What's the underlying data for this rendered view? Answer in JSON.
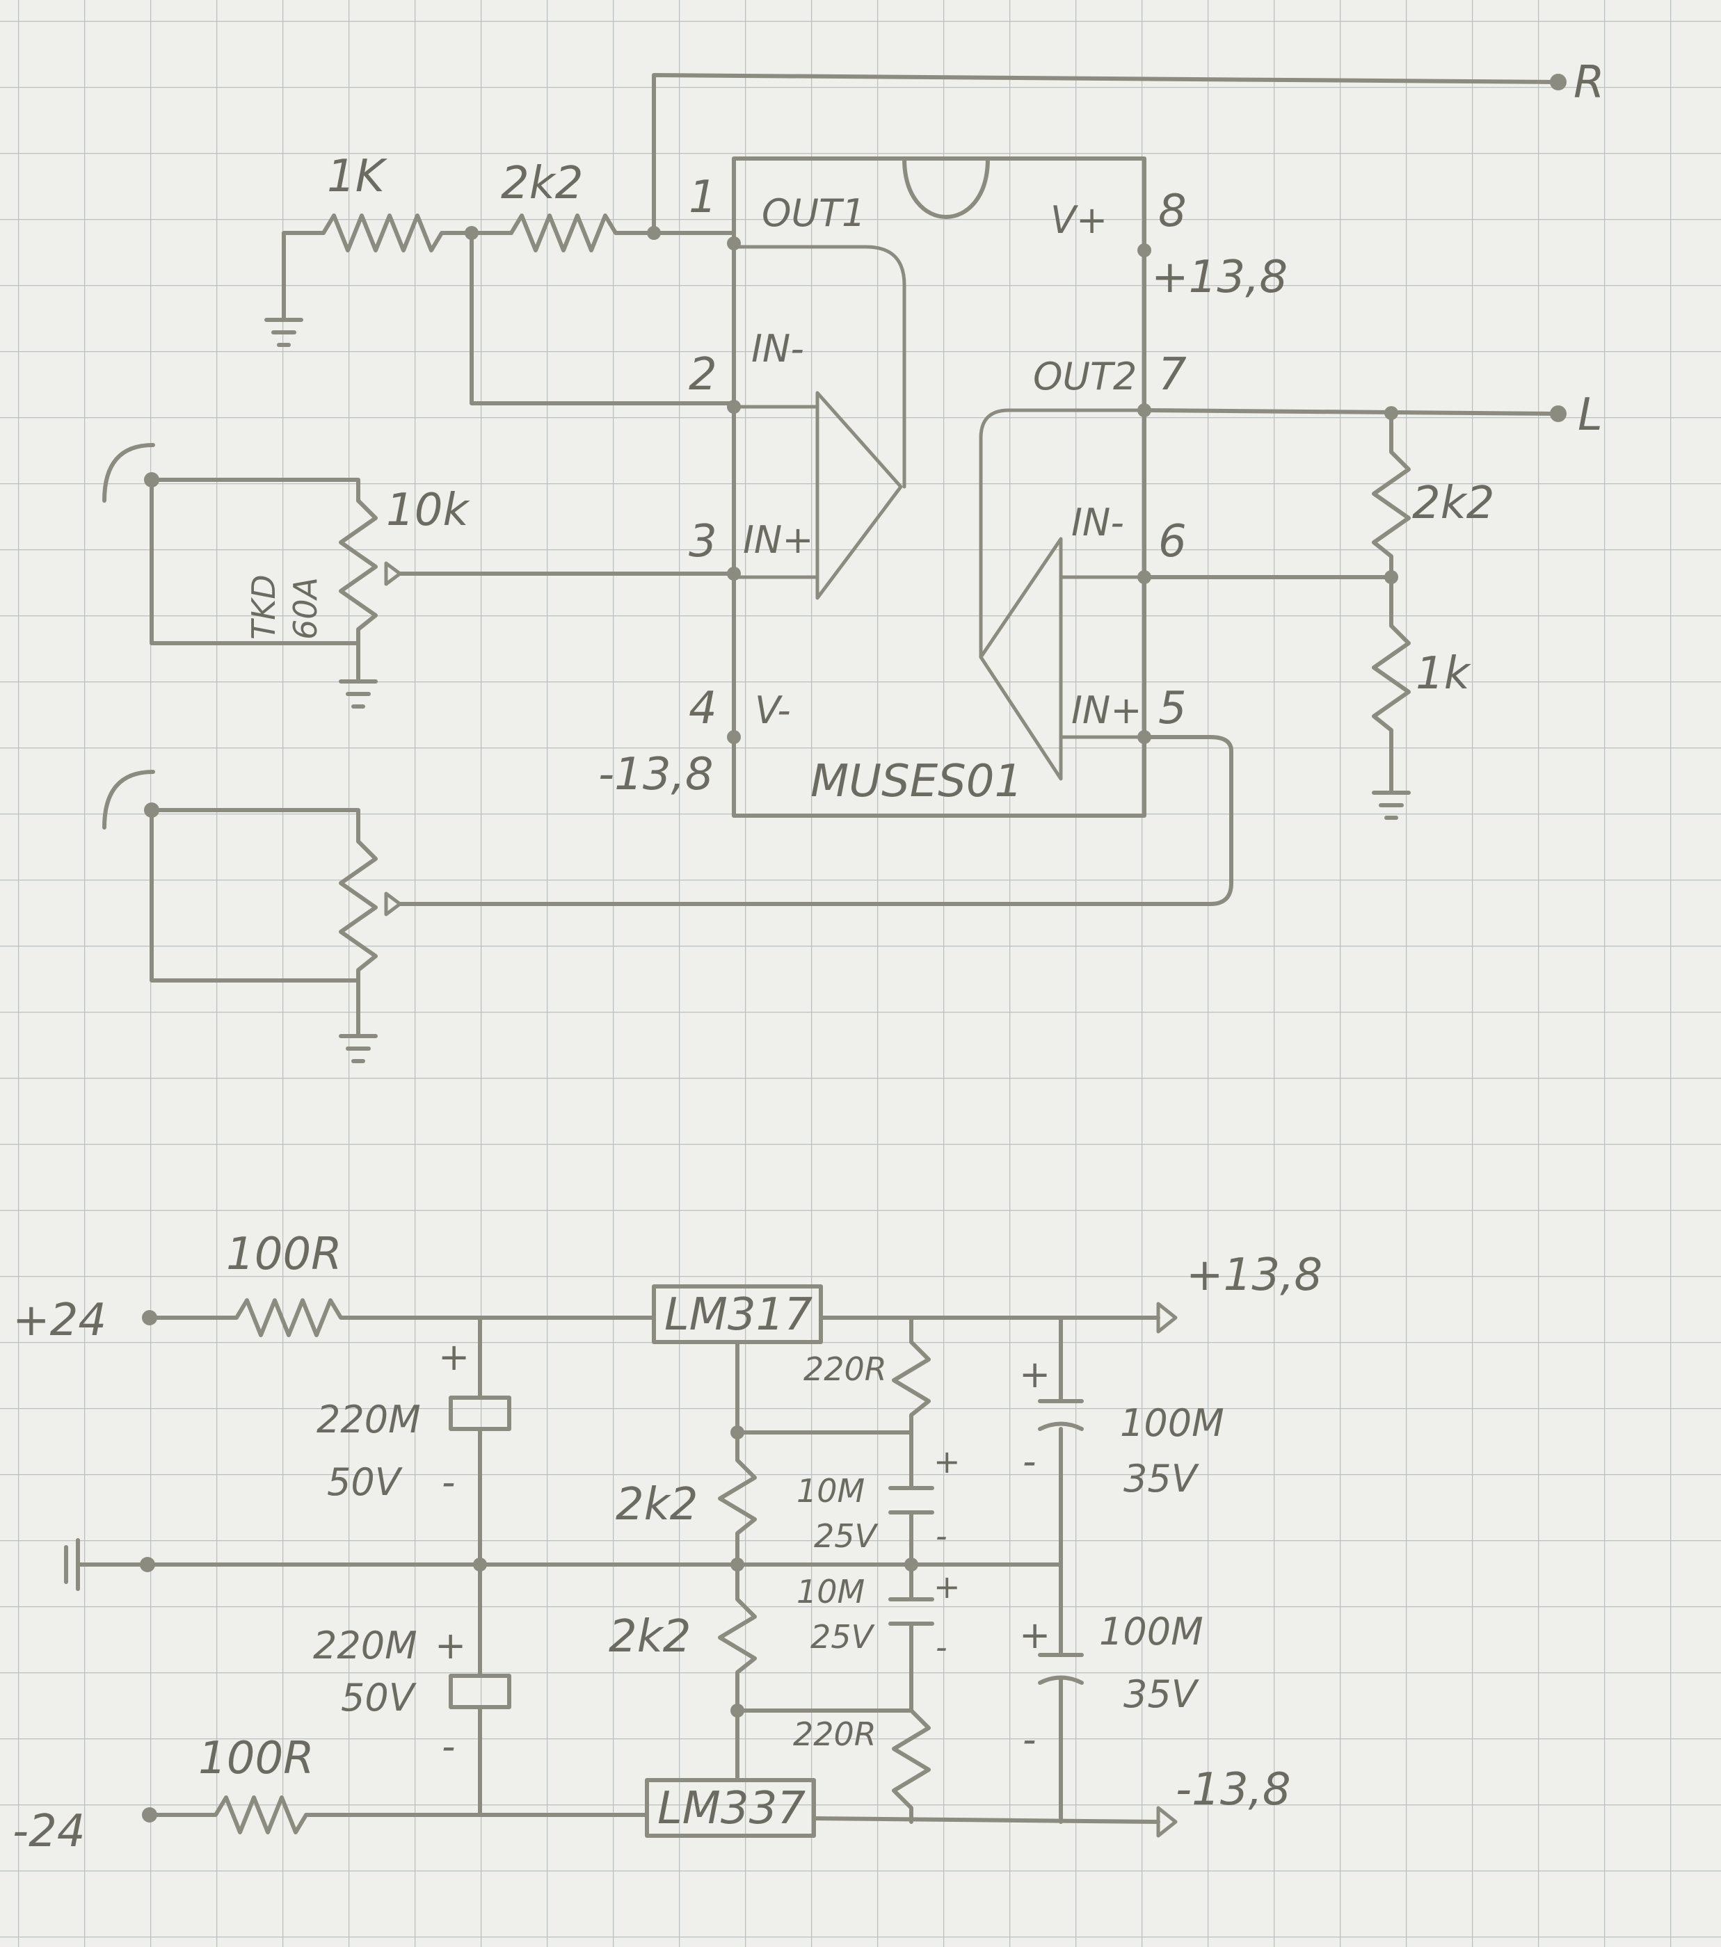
{
  "colors": {
    "paper": "#efefeb",
    "grid": "#b9c0c2",
    "ink": "#8c8b80",
    "text": "#6c6b62"
  },
  "output_labels": {
    "right": "R",
    "left": "L"
  },
  "opamp": {
    "part": "MUSES01",
    "pins": {
      "p1": "1",
      "p2": "2",
      "p3": "3",
      "p4": "4",
      "p5": "5",
      "p6": "6",
      "p7": "7",
      "p8": "8"
    },
    "pin_names": {
      "out1": "OUT1",
      "in1_minus": "IN-",
      "in1_plus": "IN+",
      "v_minus": "V-",
      "v_plus": "V+",
      "out2": "OUT2",
      "in2_minus": "IN-",
      "in2_plus": "IN+"
    },
    "rails": {
      "pos": "+13,8",
      "neg": "-13,8"
    }
  },
  "feedback": {
    "r_ground": "1K",
    "r_feedback": "2k2"
  },
  "pot": {
    "value": "10k",
    "note_line1": "TKD",
    "note_line2": "60A"
  },
  "ch2_feedback": {
    "r_top": "2k2",
    "r_bottom": "1k"
  },
  "psu": {
    "inputs": {
      "pos": "+24",
      "neg": "-24"
    },
    "input_r_top": "100R",
    "input_r_bottom": "100R",
    "bulk_cap_top": {
      "value": "220M",
      "voltage": "50V"
    },
    "bulk_cap_bottom": {
      "value": "220M",
      "voltage": "50V"
    },
    "reg_pos": "LM317",
    "reg_neg": "LM337",
    "adj_r_top": "220R",
    "adj_r_bottom": "220R",
    "set_r_top": "2k2",
    "set_r_bottom": "2k2",
    "adj_cap_top": {
      "value": "10M",
      "voltage": "25V"
    },
    "adj_cap_bottom": {
      "value": "10M",
      "voltage": "25V"
    },
    "out_cap_top": {
      "value": "100M",
      "voltage": "35V"
    },
    "out_cap_bottom": {
      "value": "100M",
      "voltage": "35V"
    },
    "outputs": {
      "pos": "+13,8",
      "neg": "-13,8"
    },
    "plus": "+",
    "minus": "-"
  }
}
